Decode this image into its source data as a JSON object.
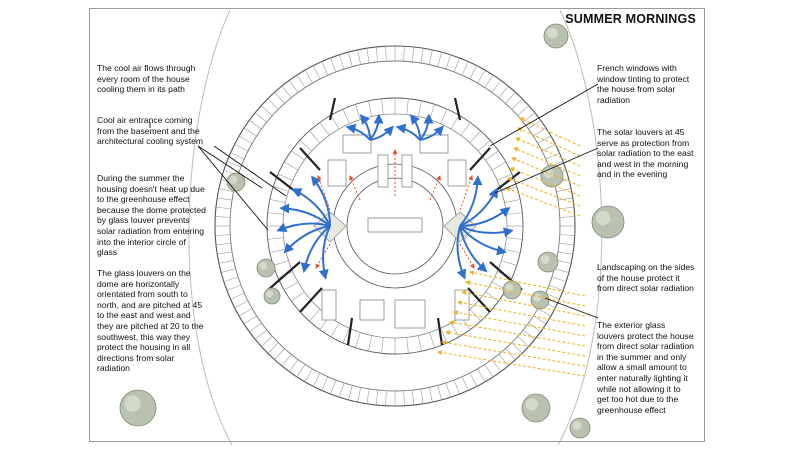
{
  "title": "SUMMER MORNINGS",
  "notes_left": [
    "The cool air flows through\nevery room of the house\ncooling them in its path",
    "Cool air entrance coming\nfrom the basement and the\narchitectural cooling system",
    "During the summer the\nhousing doesn't heat up due\nto the greenhouse effect\nbecause the dome protected\nby glass louver prevents\nsolar radiation from entering\ninto the interior circle of\nglass",
    "The glass louvers on the\ndome are horizontally\norientated from south to\nnorth, and are pitched at 45\nto the east and west and\nthey are pitched at 20 to the\nsouthwest, this way they\nprotect the housing in all\ndirections from solar\nradiation"
  ],
  "notes_right": [
    "French windows with\nwindow tinting to protect\nthe house from solar\nradiation",
    "The solar louvers at 45\nserve as protection from\nsolar radiation to the east\nand west in the morning\nand in the evening",
    "Landscaping on the sides\nof the house protect it\nfrom direct solar radiation",
    "The exterior glass\nlouvers protect the house\nfrom direct solar radiation\nin the summer and only\nallow a small amount to\nenter naturally lighting it\nwhile not allowing it to\nget too hot due to the\ngreenhouse effect"
  ],
  "colors": {
    "cool_air_arrows": "#2f6fd0",
    "hot_air_arrows": "#e8502a",
    "sun_rays": "#f0b020",
    "tree_foliage": "#b9c2b0",
    "linework": "#333333"
  }
}
